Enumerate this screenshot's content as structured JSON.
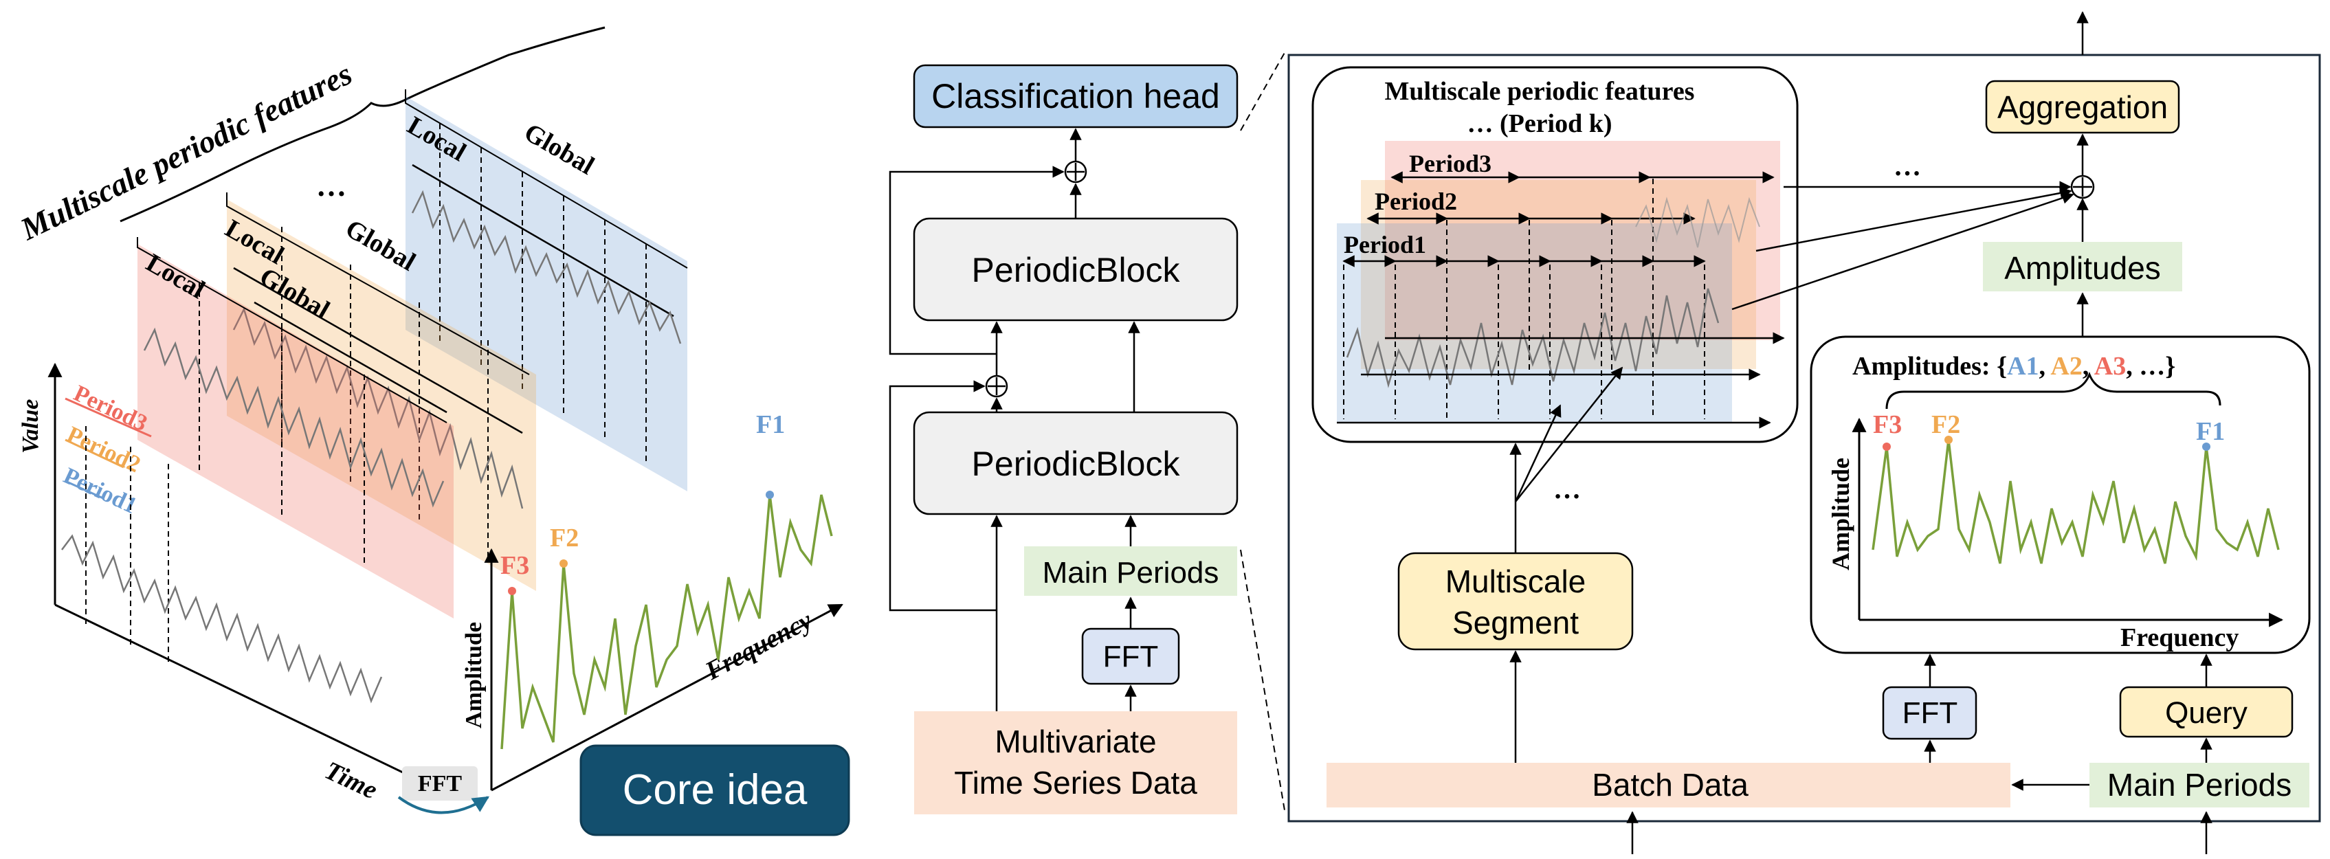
{
  "left": {
    "title": "Multiscale periodic features",
    "value_axis": "Value",
    "time_axis": "Time",
    "amplitude_axis": "Amplitude",
    "frequency_axis": "Frequency",
    "fft_label": "FFT",
    "periods": [
      "Period3",
      "Period2",
      "Period1"
    ],
    "local_label": "Local",
    "global_label": "Global",
    "ellipsis": "…",
    "freq_peaks": [
      "F3",
      "F2",
      "F1"
    ],
    "core_idea": "Core idea"
  },
  "middle": {
    "classification_head": "Classification head",
    "periodic_block_top": "PeriodicBlock",
    "periodic_block_bottom": "PeriodicBlock",
    "main_periods": "Main Periods",
    "fft": "FFT",
    "input_line1": "Multivariate",
    "input_line2": "Time Series Data"
  },
  "right": {
    "features_title_line1": "Multiscale periodic features",
    "features_title_line2": "… (Period k)",
    "periods": [
      "Period3",
      "Period2",
      "Period1"
    ],
    "aggregation": "Aggregation",
    "amplitudes": "Amplitudes",
    "ellipsis": "…",
    "amp_title_prefix": "Amplitudes: {",
    "amp_items": [
      "A1",
      "A2",
      "A3"
    ],
    "amp_title_suffix": ", …}",
    "amp_sep": ", ",
    "amplitude_axis": "Amplitude",
    "frequency_axis": "Frequency",
    "freq_peaks": [
      "F3",
      "F2",
      "F1"
    ],
    "multiscale_segment_line1": "Multiscale",
    "multiscale_segment_line2": "Segment",
    "fft": "FFT",
    "query": "Query",
    "batch_data": "Batch Data",
    "main_periods": "Main Periods"
  },
  "colors": {
    "period1": "#6a9bd1",
    "period2": "#f0a850",
    "period3": "#ee6a5e",
    "freq_line": "#7aa03a",
    "head_fill": "#b8d4ef",
    "block_fill": "#f0f0f0",
    "green_fill": "#e2f0d9",
    "yellow_fill": "#fff0c4",
    "blue_fill": "#dbe4f5",
    "peach_fill": "#fce2d2",
    "core_idea_fill": "#134f6e"
  }
}
